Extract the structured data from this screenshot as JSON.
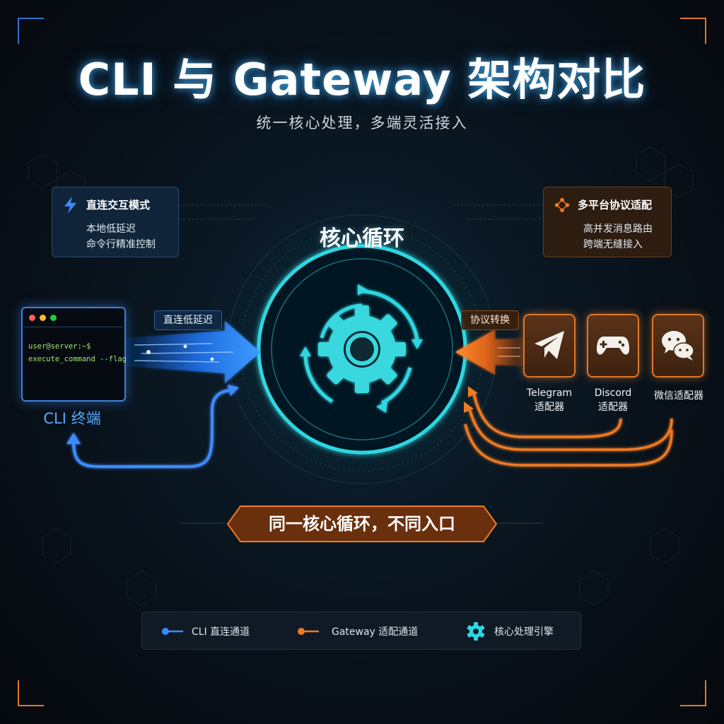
{
  "title": "CLI 与 Gateway 架构对比",
  "subtitle": "统一核心处理，多端灵活接入",
  "cli_card": {
    "title": "直连交互模式",
    "lines": [
      "本地低延迟",
      "命令行精准控制"
    ],
    "icon": "lightning-icon"
  },
  "gateway_card": {
    "title": "多平台协议适配",
    "lines": [
      "高并发消息路由",
      "跨端无缝接入"
    ],
    "icon": "network-nodes-icon"
  },
  "core": {
    "label": "核心循环",
    "icon": "gear-cycle-icon"
  },
  "terminal": {
    "lines": [
      "user@server:~$",
      "execute_command --flag"
    ],
    "label": "CLI 终端"
  },
  "cli_arrow_label": "直连低延迟",
  "gateway_arrow_label": "协议转换",
  "adapters": [
    {
      "name": "Telegram",
      "suffix": "适配器",
      "icon": "telegram-icon"
    },
    {
      "name": "Discord",
      "suffix": "适配器",
      "icon": "gamepad-icon"
    },
    {
      "name": "微信适配器",
      "icon": "wechat-icon"
    }
  ],
  "banner": "同一核心循环，不同入口",
  "legend": [
    {
      "label": "CLI 直连通道",
      "color": "#3d8bff"
    },
    {
      "label": "Gateway 适配通道",
      "color": "#f07a22"
    },
    {
      "label": "核心处理引擎",
      "color": "#2fd6e0"
    }
  ],
  "colors": {
    "cli": "#3d8bff",
    "gateway": "#f07a22",
    "core": "#2fd6e0"
  }
}
